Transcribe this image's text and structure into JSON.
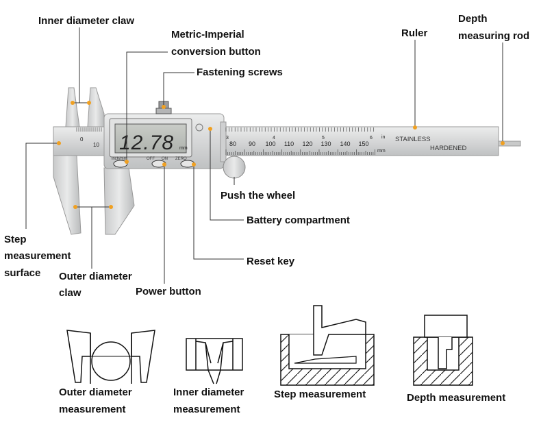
{
  "labels": {
    "inner_diameter_claw": "Inner diameter claw",
    "metric_imperial": [
      "Metric-Imperial",
      "conversion button"
    ],
    "fastening_screws": "Fastening screws",
    "ruler": "Ruler",
    "depth_rod": [
      "Depth",
      "measuring rod"
    ],
    "push_wheel": "Push the wheel",
    "battery": "Battery compartment",
    "reset_key": "Reset key",
    "power_button": "Power button",
    "step_surface": [
      "Step",
      "measurement",
      "surface"
    ],
    "outer_diameter_claw": [
      "Outer diameter",
      "claw"
    ]
  },
  "caliper": {
    "display_value": "12.78",
    "display_unit": "mm",
    "button_labels": [
      "inch/mm",
      "OFF",
      "ON",
      "ZERO"
    ],
    "scale_numbers": [
      "80",
      "90",
      "100",
      "110",
      "120",
      "130",
      "140",
      "150"
    ],
    "jaw_scale_numbers": [
      "0",
      "10"
    ],
    "inch_marks": [
      "3",
      "4",
      "5",
      "6"
    ],
    "inch_unit": "in",
    "mm_unit": "mm",
    "stainless": "STAINLESS",
    "hardened": "HARDENED"
  },
  "modes": [
    {
      "title": [
        "Outer diameter",
        "measurement"
      ]
    },
    {
      "title": [
        "Inner diameter",
        "measurement"
      ]
    },
    {
      "title": [
        "Step measurement"
      ]
    },
    {
      "title": [
        "Depth measurement"
      ]
    }
  ],
  "colors": {
    "callout_dot": "#f0a021",
    "lines": "#333333",
    "steel": "#d9dadb"
  }
}
